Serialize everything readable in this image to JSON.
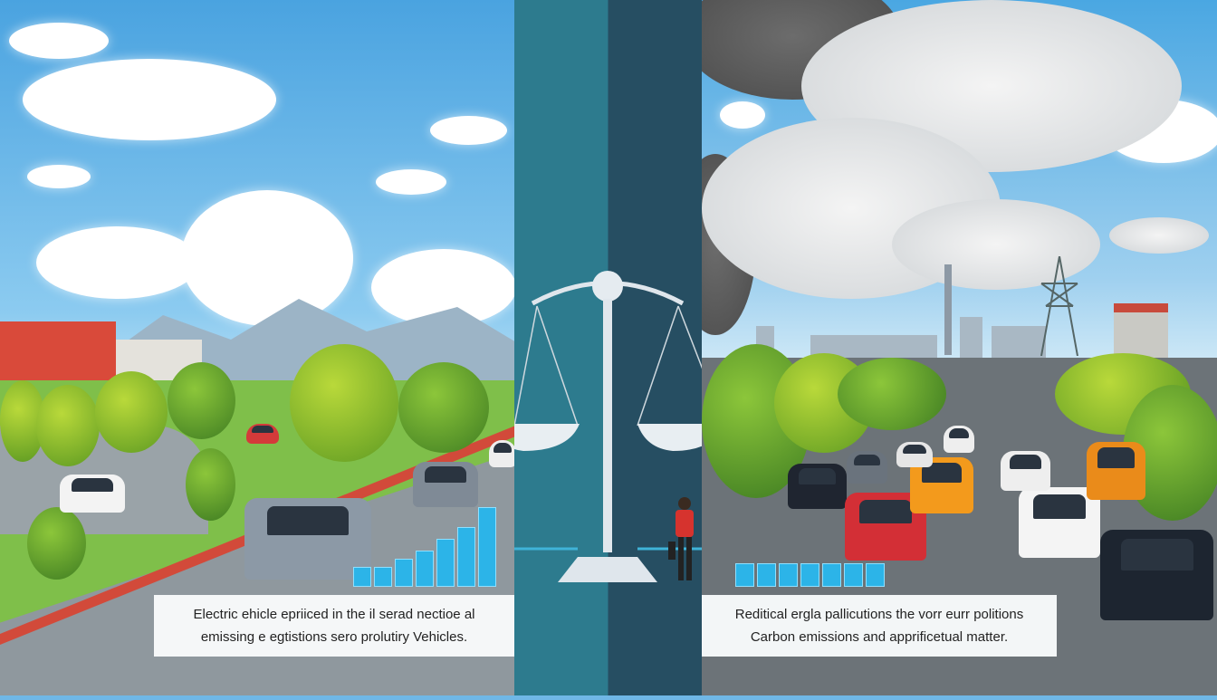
{
  "left_panel": {
    "caption_line1": "Electric ehicle epriiced in the il serad nectioe al",
    "caption_line2": "emissing e egtistions sero prolutiry Vehicles.",
    "bars": [
      0.15,
      0.2,
      0.35,
      0.45,
      0.6,
      0.75,
      1.0
    ],
    "bar_color": "#2cb4e8"
  },
  "right_panel": {
    "caption_line1": "Reditical ergla pallicutions the vorr eurr politions",
    "caption_line2": "Carbon emissions and apprificetual matter.",
    "bars": [
      1,
      1,
      1,
      1,
      1,
      1,
      1
    ],
    "bar_color": "#2cb4e8"
  },
  "center_panel": {
    "icon": "balance-scale-icon",
    "colors": [
      "#2d7b8e",
      "#264e62"
    ]
  }
}
